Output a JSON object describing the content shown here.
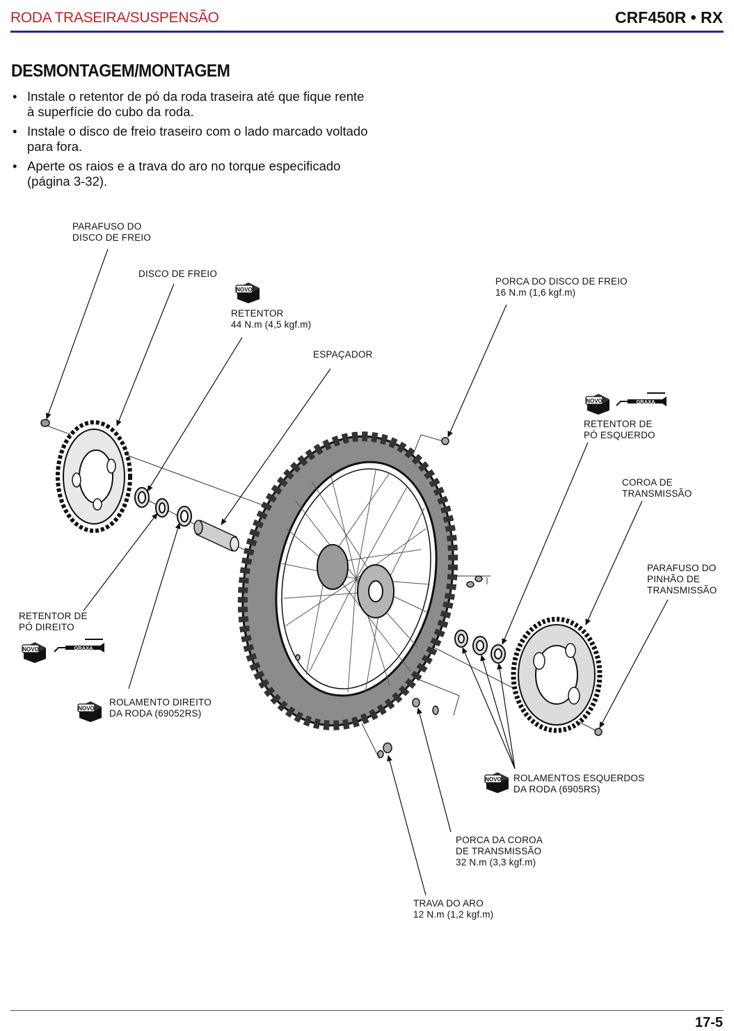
{
  "header": {
    "section": "RODA TRASEIRA/SUSPENSÃO",
    "model": "CRF450R • RX"
  },
  "title": "DESMONTAGEM/MONTAGEM",
  "bullets": [
    "Instale o retentor de pó da roda traseira até que fique rente à superfície do cubo da roda.",
    "Instale o disco de freio traseiro com o lado marcado voltado para fora.",
    "Aperte os raios e a trava do aro no torque especificado (página 3-32)."
  ],
  "labels": {
    "brake_disc_bolt": [
      "PARAFUSO DO",
      "DISCO DE FREIO"
    ],
    "brake_disc": [
      "DISCO DE FREIO"
    ],
    "seal": [
      "RETENTOR",
      "44 N.m (4,5 kgf.m)"
    ],
    "spacer": [
      "ESPAÇADOR"
    ],
    "brake_disc_nut": [
      "PORCA DO DISCO DE FREIO",
      "16 N.m (1,6 kgf.m)"
    ],
    "left_dust_seal": [
      "RETENTOR DE",
      "PÓ ESQUERDO"
    ],
    "driven_sprocket": [
      "COROA DE",
      "TRANSMISSÃO"
    ],
    "sprocket_bolt": [
      "PARAFUSO DO",
      "PINHÃO DE",
      "TRANSMISSÃO"
    ],
    "right_dust_seal": [
      "RETENTOR DE",
      "PÓ DIREITO"
    ],
    "right_bearing": [
      "ROLAMENTO DIREITO",
      "DA RODA (69052RS)"
    ],
    "left_bearings": [
      "ROLAMENTOS ESQUERDOS",
      "DA RODA (6905RS)"
    ],
    "sprocket_nut": [
      "PORCA DA COROA",
      "DE TRANSMISSÃO",
      "32 N.m (3,3 kgf.m)"
    ],
    "rim_lock": [
      "TRAVA DO ARO",
      "12 N.m (1,2 kgf.m)"
    ]
  },
  "badges": {
    "new": "NOVO",
    "grease": "GRAXA"
  },
  "page_number": "17-5"
}
